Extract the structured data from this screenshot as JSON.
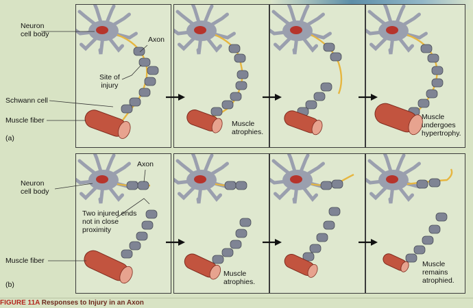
{
  "row_a": {
    "part_label": "(a)",
    "labels": {
      "neuron_cell_body": "Neuron\ncell body",
      "axon": "Axon",
      "site_of_injury": "Site of\ninjury",
      "schwann_cell": "Schwann cell",
      "muscle_fiber": "Muscle fiber"
    },
    "panel2_caption": "Muscle\natrophies.",
    "panel4_caption": "Muscle\nundergoes\nhypertrophy."
  },
  "row_b": {
    "part_label": "(b)",
    "labels": {
      "axon": "Axon",
      "neuron_cell_body": "Neuron\ncell body",
      "two_injured_ends": "Two injured ends\nnot in close\nproximity",
      "muscle_fiber": "Muscle fiber"
    },
    "panel2_caption": "Muscle\natrophies.",
    "panel4_caption": "Muscle\nremains\natrophied."
  },
  "figure_caption": {
    "number": "FIGURE 11A",
    "title": "Responses to Injury in an Axon"
  },
  "colors": {
    "panel_bg": "#dfe8cf",
    "neuron": "#9a9fae",
    "nucleus": "#b6342c",
    "axon": "#e6b640",
    "muscle": "#c2543f",
    "schwann": "#7f8494"
  }
}
